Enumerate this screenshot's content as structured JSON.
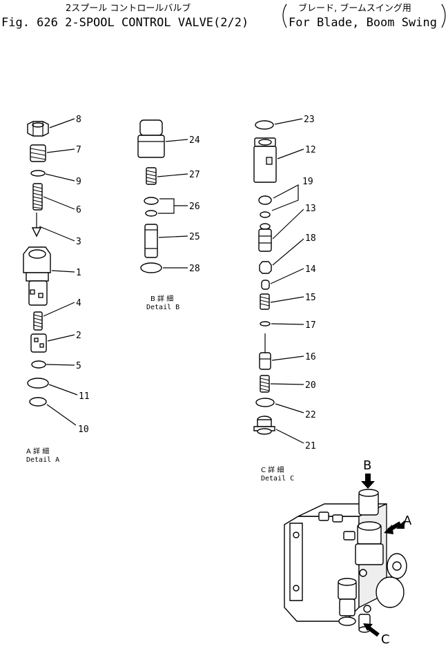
{
  "header": {
    "title_jp": "2スプール コントロールバルブ",
    "title_en": "Fig. 626 2-SPOOL CONTROL VALVE(2/2)",
    "subtitle_jp": "ブレード, ブームスイング用",
    "subtitle_en": "For Blade, Boom Swing"
  },
  "details": {
    "a": {
      "jp": "A 詳 細",
      "en": "Detail A"
    },
    "b": {
      "jp": "B 詳 細",
      "en": "Detail B"
    },
    "c": {
      "jp": "C 詳 細",
      "en": "Detail C"
    }
  },
  "callouts": {
    "a": [
      "8",
      "7",
      "9",
      "6",
      "3",
      "1",
      "4",
      "2",
      "5",
      "11",
      "10"
    ],
    "b": [
      "24",
      "27",
      "26",
      "25",
      "28"
    ],
    "c": [
      "23",
      "12",
      "19",
      "13",
      "18",
      "14",
      "15",
      "17",
      "16",
      "20",
      "22",
      "21"
    ]
  },
  "view_arrows": {
    "a": "A",
    "b": "B",
    "c": "C"
  }
}
